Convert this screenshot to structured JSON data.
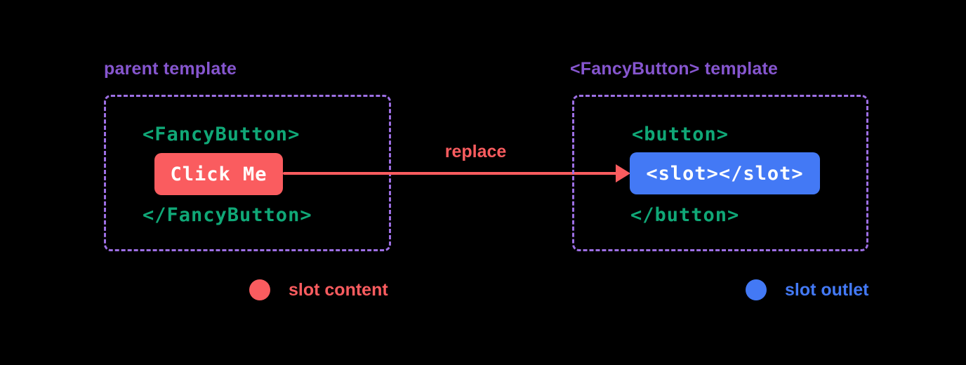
{
  "diagram": {
    "parent": {
      "label": "parent template",
      "open_tag": "<FancyButton>",
      "button_text": "Click Me",
      "close_tag": "</FancyButton>"
    },
    "component": {
      "label": "<FancyButton> template",
      "open_tag": "<button>",
      "slot_text": "<slot></slot>",
      "close_tag": "</button>"
    },
    "arrow_label": "replace",
    "legend": [
      {
        "label": "slot content",
        "color": "#fa5c5f"
      },
      {
        "label": "slot outlet",
        "color": "#4379f5"
      }
    ],
    "colors": {
      "purple_label": "#8656cf",
      "purple_border": "#9d6fe4",
      "green": "#10a877",
      "red": "#fa5c5f",
      "blue": "#4379f5",
      "white": "#ffffff",
      "background": "#000000"
    }
  }
}
